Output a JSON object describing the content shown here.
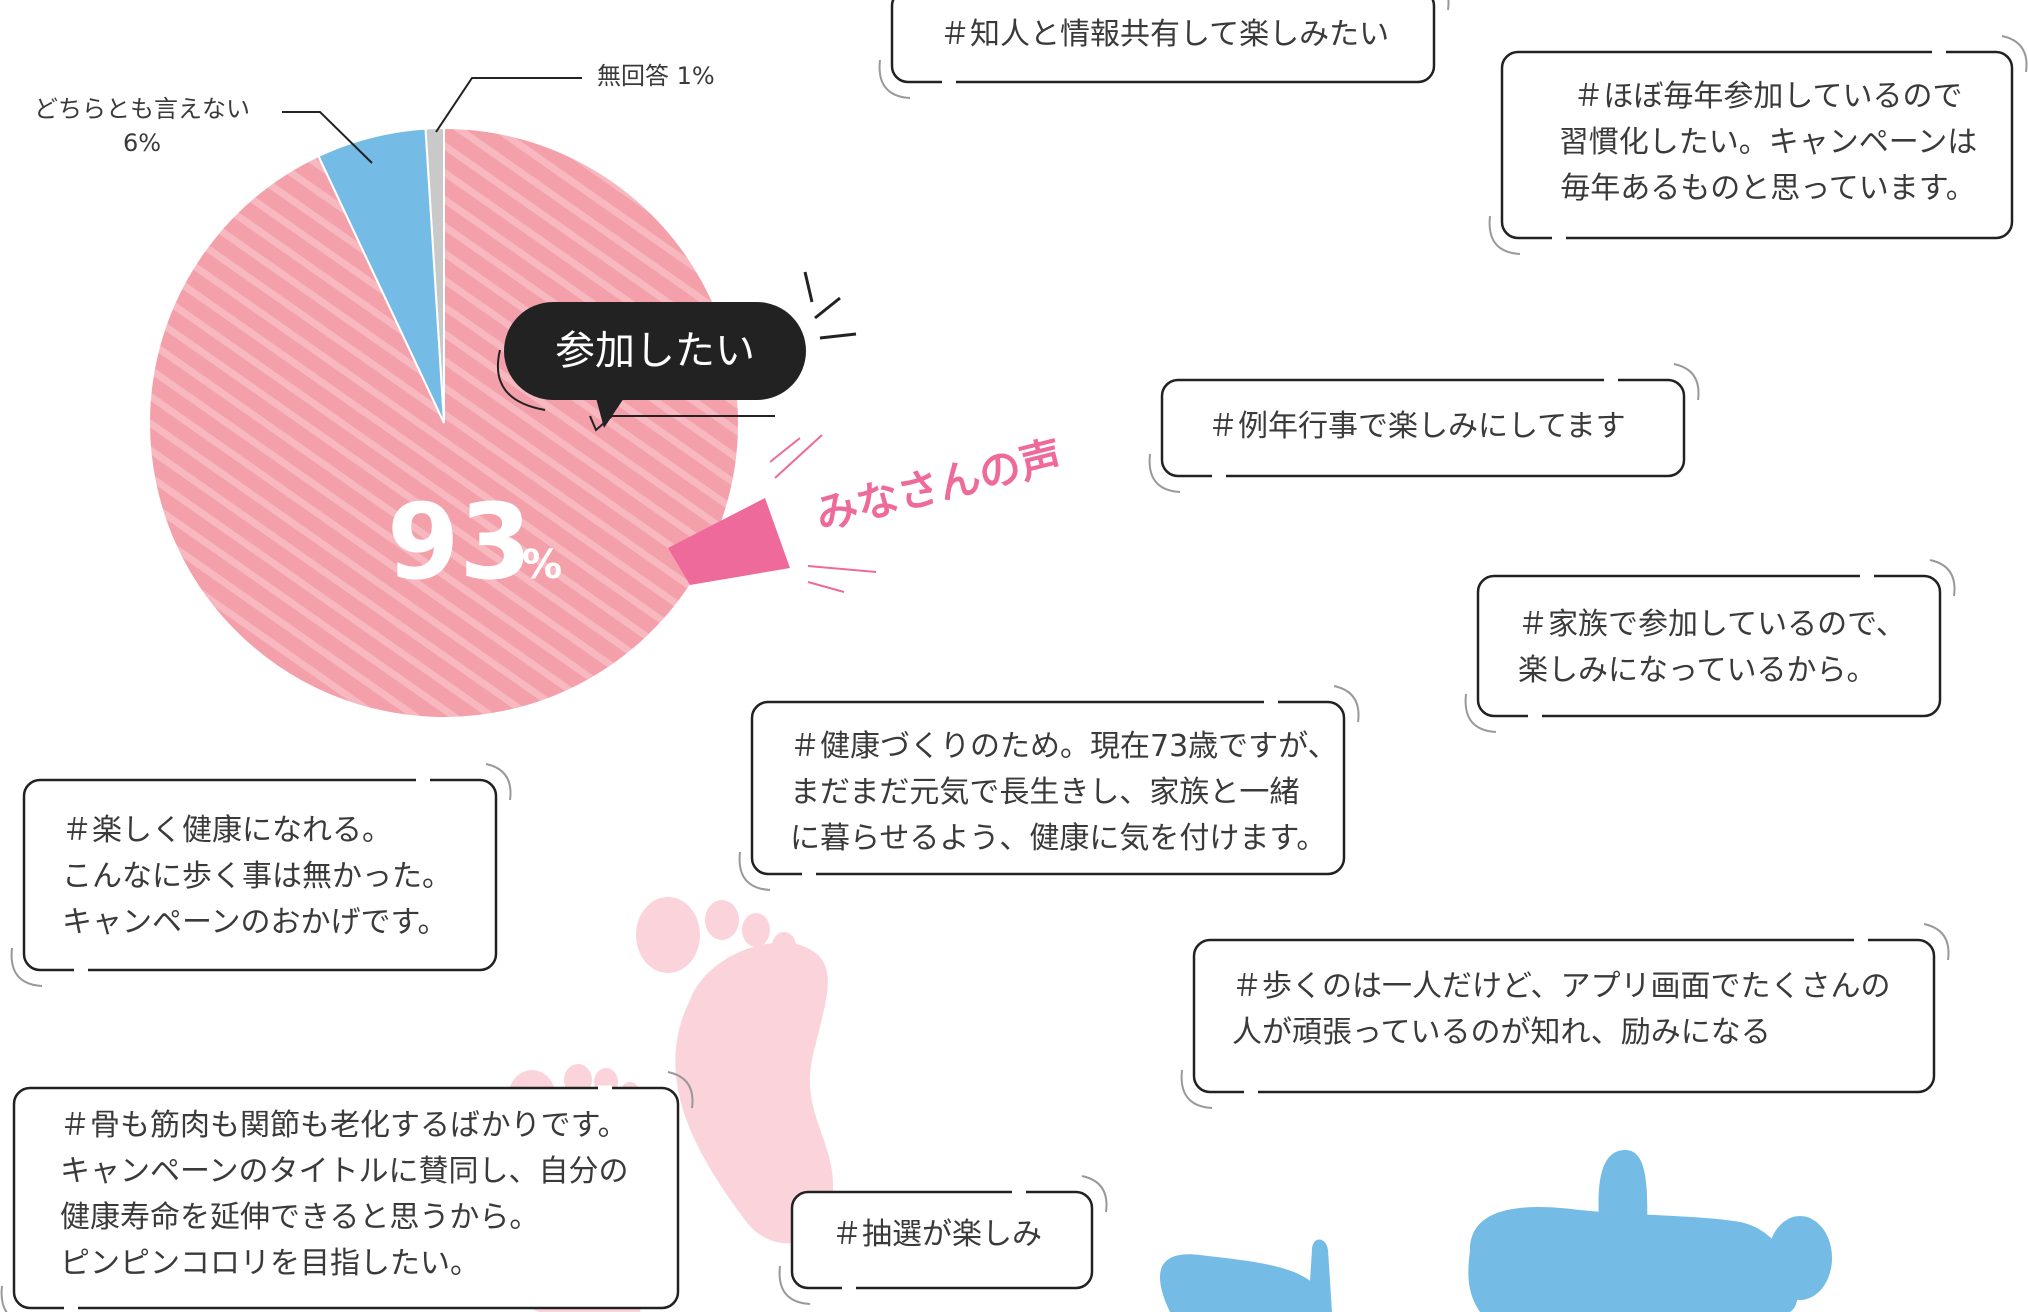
{
  "chart_data": {
    "type": "pie",
    "slices": [
      {
        "label": "参加したい",
        "value": 93,
        "value_label": "93",
        "unit": "%",
        "color": "#f4a0aa"
      },
      {
        "label": "どちらとも言えない",
        "value": 6,
        "value_label": "6%",
        "color": "#74bce6"
      },
      {
        "label": "無回答",
        "value": 1,
        "value_label": "1%",
        "color": "#c9c9c9"
      }
    ]
  },
  "section_title": "みなさんの声",
  "colors": {
    "accent_pink": "#ee6a9a",
    "callout_black": "#222222",
    "pie_stripe": "#f7b8c0",
    "foot": "#fad4da",
    "deco_blue": "#74bce6"
  },
  "comments": [
    {
      "id": "c1",
      "lines": [
        "＃知人と情報共有して楽しみたい"
      ]
    },
    {
      "id": "c2",
      "lines": [
        "＃ほぼ毎年参加しているので",
        "習慣化したい。キャンペーンは",
        "毎年あるものと思っています。"
      ]
    },
    {
      "id": "c3",
      "lines": [
        "＃例年行事で楽しみにしてます"
      ]
    },
    {
      "id": "c4",
      "lines": [
        "＃家族で参加しているので、",
        "楽しみになっているから。"
      ]
    },
    {
      "id": "c5",
      "lines": [
        "＃健康づくりのため。現在73歳ですが、",
        "まだまだ元気で長生きし、家族と一緒",
        "に暮らせるよう、健康に気を付けます。"
      ]
    },
    {
      "id": "c6",
      "lines": [
        "＃楽しく健康になれる。",
        "こんなに歩く事は無かった。",
        "キャンペーンのおかげです。"
      ]
    },
    {
      "id": "c7",
      "lines": [
        "＃歩くのは一人だけど、アプリ画面でたくさんの",
        "人が頑張っているのが知れ、励みになる"
      ]
    },
    {
      "id": "c8",
      "lines": [
        "＃骨も筋肉も関節も老化するばかりです。",
        "キャンペーンのタイトルに賛同し、自分の",
        "健康寿命を延伸できると思うから。",
        "ピンピンコロリを目指したい。"
      ]
    },
    {
      "id": "c9",
      "lines": [
        "＃抽選が楽しみ"
      ]
    }
  ]
}
